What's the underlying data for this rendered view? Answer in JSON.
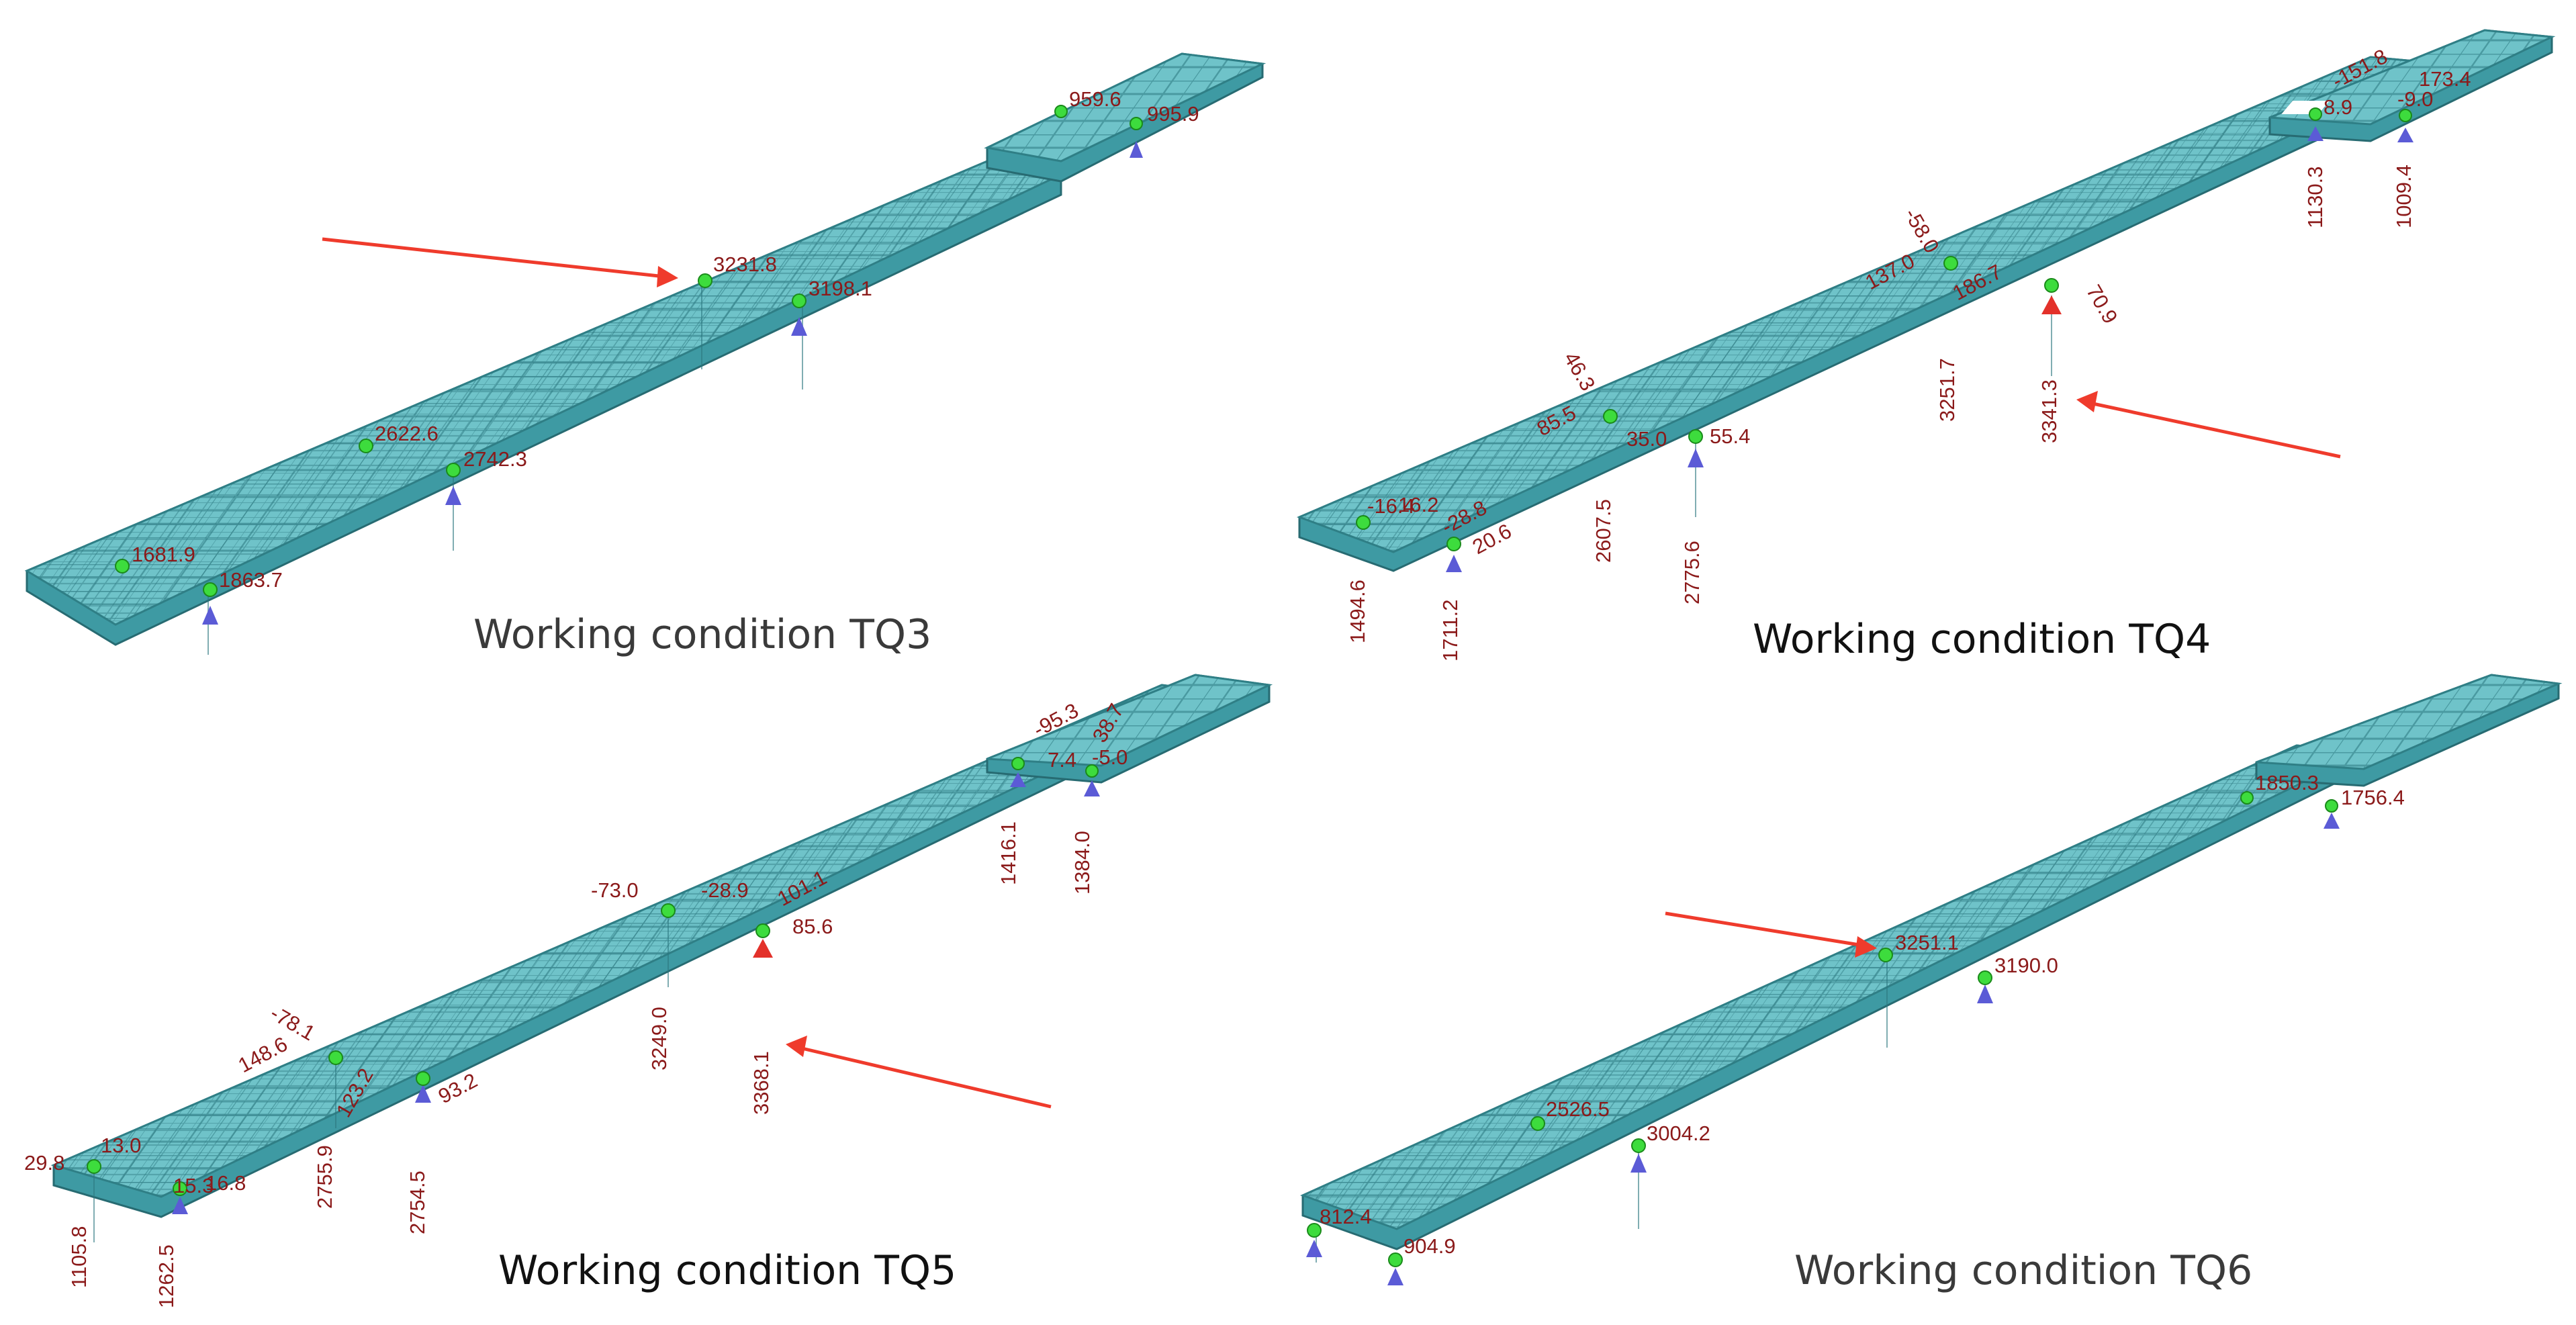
{
  "colors": {
    "deck": "#6fc3c9",
    "label": "#8b1a1a",
    "node": "#3ddc3d",
    "support": "#5b5bd6",
    "highlight_support": "#e3312a",
    "arrow": "#ef3b2c"
  },
  "panels": [
    {
      "id": "tq3",
      "caption": "Working condition TQ3",
      "labels": [
        "959.6",
        "995.9",
        "3231.8",
        "3198.1",
        "2622.6",
        "2742.3",
        "1681.9",
        "1863.7"
      ]
    },
    {
      "id": "tq4",
      "caption": "Working condition TQ4",
      "labels": [
        "-151.8",
        "173.4",
        "8.9",
        "-9.0",
        "1130.3",
        "1009.4",
        "-58.0",
        "137.0",
        "186.7",
        "70.9",
        "3251.7",
        "3341.3",
        "46.3",
        "85.5",
        "35.0",
        "55.4",
        "2607.5",
        "2775.6",
        "-16.4",
        "16.2",
        "-28.8",
        "20.6",
        "1494.6",
        "1711.2"
      ]
    },
    {
      "id": "tq5",
      "caption": "Working condition TQ5",
      "labels": [
        "-95.3",
        "38.7",
        "7.4",
        "-5.0",
        "1416.1",
        "1384.0",
        "-73.0",
        "-28.9",
        "101.1",
        "85.6",
        "3249.0",
        "3368.1",
        "-78.1",
        "148.6",
        "123.2",
        "93.2",
        "2755.9",
        "2754.5",
        "29.8",
        "13.0",
        "15.3",
        "16.8",
        "1105.8",
        "1262.5"
      ]
    },
    {
      "id": "tq6",
      "caption": "Working condition TQ6",
      "labels": [
        "1850.3",
        "1756.4",
        "3251.1",
        "3190.0",
        "2526.5",
        "3004.2",
        "812.4",
        "904.9"
      ]
    }
  ]
}
